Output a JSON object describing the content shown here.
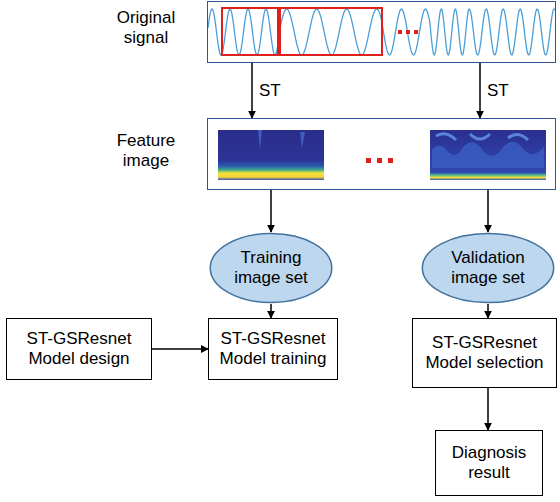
{
  "diagram": {
    "nodes": [
      {
        "text": [
          "Original signal"
        ]
      },
      {
        "text": [
          "Feature image"
        ]
      },
      {
        "text": [
          "Training image set"
        ]
      },
      {
        "text": [
          "Validation image set"
        ]
      },
      {
        "text": [
          "ST-GSResnet Model design"
        ]
      },
      {
        "text": [
          "ST-GSResnet Model training"
        ]
      },
      {
        "text": [
          "ST-GSResnet Model selection"
        ]
      },
      {
        "text": [
          "Diagnosis result"
        ]
      }
    ],
    "edges": [
      {
        "from": 0,
        "to": 1,
        "label": "ST",
        "arrow": "to"
      },
      {
        "from": 0,
        "to": 1,
        "label": "ST",
        "arrow": "to"
      },
      {
        "from": 1,
        "to": 2,
        "arrow": "to"
      },
      {
        "from": 1,
        "to": 3,
        "arrow": "to"
      },
      {
        "from": 4,
        "to": 5,
        "arrow": "to"
      },
      {
        "from": 2,
        "to": 5,
        "arrow": "to"
      },
      {
        "from": 3,
        "to": 6,
        "arrow": "to"
      },
      {
        "from": 6,
        "to": 7,
        "arrow": "to"
      }
    ]
  }
}
